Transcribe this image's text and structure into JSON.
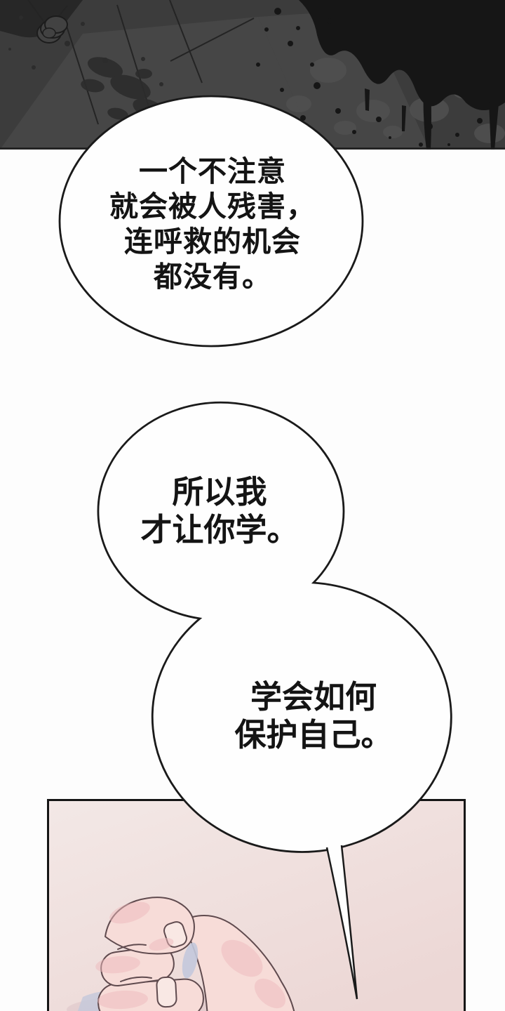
{
  "bubbles": {
    "bubble1": {
      "lines": [
        "一个不注意",
        "就会被人残害，",
        "连呼救的机会",
        "都没有。"
      ]
    },
    "bubble2": {
      "lines": [
        "所以我",
        "才让你学。"
      ]
    },
    "bubble3": {
      "lines": [
        "学会如何",
        "保护自己。"
      ]
    }
  },
  "colors": {
    "page_bg": "#fdfdfd",
    "text": "#141414",
    "panel_dark": "#3c3c3c",
    "floor_light": "#464646",
    "floor_lighter": "#4e4e4e",
    "corner_dark": "#272727",
    "tile_line": "#242424",
    "smudge": "#2c2c2c",
    "splotch": "#4f4f4f",
    "ink": "#161616",
    "edge_line": "#1f1f1f",
    "bubble_fill": "#fefefe",
    "bubble_stroke": "#1a1a1a",
    "panel_border": "#161616",
    "pink_light": "#f3e8e6",
    "pink_dark": "#ecd7d5",
    "skin": "#f7dcd8",
    "blush": "#eebabd",
    "nail": "#f9e8e4",
    "hand_outline": "#5f4a4e",
    "bluish": "#c3c8db",
    "shadow_warm": "#ddc3c7",
    "can_fill": "#424242",
    "can_line": "#1c1c1c"
  }
}
